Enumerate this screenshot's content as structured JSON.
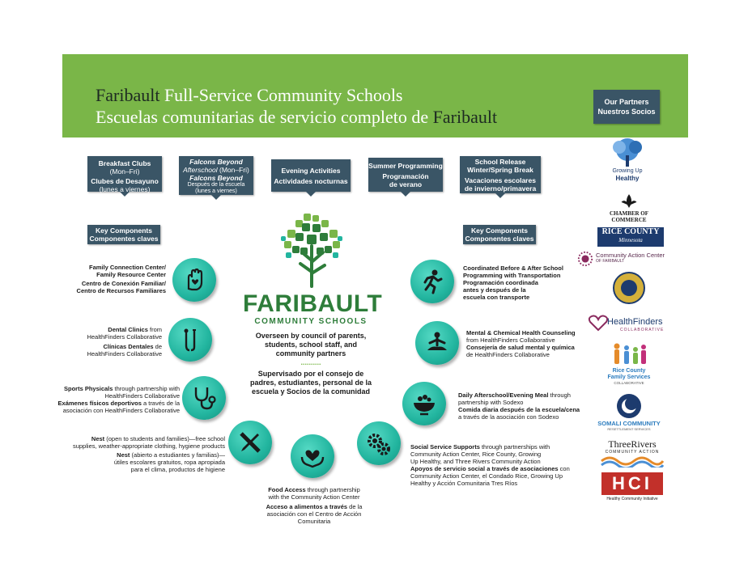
{
  "header": {
    "title_line1_a": "Faribault",
    "title_line1_b": " Full-Service Community Schools",
    "title_line2_a": "Escuelas comunitarias de servicio completo de ",
    "title_line2_b": "Faribault"
  },
  "partners": {
    "heading_en": "Our Partners",
    "heading_es": "Nuestros Socios",
    "growing_up": "Growing Up",
    "healthy": "Healthy",
    "chamber": "CHAMBER OF COMMERCE",
    "rice_county": "RICE COUNTY",
    "minnesota": "Minnesota",
    "cac": "Community Action Center",
    "cac_sub": "OF FARIBAULT",
    "healthfinders": "HealthFinders",
    "healthfinders_sub": "COLLABORATIVE",
    "rcfs1": "Rice County",
    "rcfs2": "Family Services",
    "rcfs3": "COLLABORATIVE",
    "somali": "SOMALI COMMUNITY",
    "somali_sub": "RESETTLEMENT SERVICES",
    "threerivers": "ThreeRivers",
    "threerivers_sub": "COMMUNITY ACTION",
    "hci": "HCI",
    "hci_sub": "Healthy Community Initiative"
  },
  "programs": [
    {
      "l1": "Breakfast Clubs",
      "l2": "(Mon–Fri)",
      "l3": "Clubes de Desayuno",
      "l4": "(lunes a viernes)"
    },
    {
      "l1": "Falcons Beyond",
      "l2": "Afterschool",
      "l2b": " (Mon–Fri)",
      "l3": "Falcons Beyond",
      "l4": "Después de la escuela",
      "l5": "(lunes a viernes)"
    },
    {
      "l1": "Evening Activities",
      "l2": "Actividades nocturnas"
    },
    {
      "l1": "Summer Programming",
      "l2": "Programación",
      "l3": "de verano"
    },
    {
      "l1": "School Release",
      "l2": "Winter/Spring Break",
      "l3": "Vacaciones escolares",
      "l4": "de invierno/primavera"
    }
  ],
  "key_components": {
    "en": "Key Components",
    "es": "Componentes claves"
  },
  "logo": {
    "name": "FARIBAULT",
    "sub": "COMMUNITY SCHOOLS"
  },
  "center": {
    "en": "Overseen by council of parents, students, school staff, and community partners",
    "dots": "..........",
    "es": "Supervisado por el consejo de padres, estudiantes, personal de la escuela y Socios de la comunidad"
  },
  "components": {
    "family": {
      "b1": "Family Connection Center/",
      "b2": "Family Resource Center",
      "b3": "Centro de Conexión Familiar/",
      "b4": "Centro de Recursos Familiares"
    },
    "dental": {
      "b1": "Dental Clinics",
      "t1": " from",
      "t2": "HealthFinders Collaborative",
      "b3": "Clínicas Dentales",
      "t3": " de",
      "t4": "HealthFinders Collaborative"
    },
    "sports": {
      "b1": "Sports Physicals",
      "t1": " through partnership with",
      "t2": "HealthFinders Collaborative",
      "b3": "Exámenes físicos deportivos",
      "t3": " a través de la",
      "t4": "asociación con HealthFinders Collaborative"
    },
    "nest": {
      "b1": "Nest",
      "t1": " (open to students and families)—free school",
      "t2": "supplies, weather-appropriate clothing, hygiene products",
      "b3": "Nest",
      "t3": " (abierto a estudiantes y familias)—",
      "t4": "útiles escolares gratuitos, ropa apropiada",
      "t5": "para el clima, productos de higiene"
    },
    "food": {
      "b1": "Food Access",
      "t1": " through partnership",
      "t2": "with the Community Action Center",
      "b3": "Acceso a alimentos a través",
      "t3": " de la",
      "t4": "asociación con el Centro de Acción",
      "t5": "Comunitaria"
    },
    "social": {
      "b1": "Social Service Supports",
      "t1": " through partnerships with",
      "t2": "Community Action Center, Rice County, Growing",
      "t3": "Up Healthy, and Three Rivers Community Action",
      "b4": "Apoyos de servicio social a través de asociaciones",
      "t4": " con",
      "t5": "Community Action Center, el Condado Rice, Growing Up",
      "t6": "Healthy y Acción Comunitaria Tres Ríos"
    },
    "meal": {
      "b1": "Daily Afterschool/Evening Meal",
      "t1": " through",
      "t2": "partnership with Sodexo",
      "b3": "Comida diaria después de la escuela/cena",
      "t4": "a través de la asociación con Sodexo"
    },
    "mental": {
      "b1": "Mental & Chemical Health Counseling",
      "t2": "from HealthFinders Collaborative",
      "b3": "Consejería de salud mental y química",
      "t4": "de HealthFinders Collaborative"
    },
    "coord": {
      "b1": "Coordinated Before & After School",
      "b2": "Programming with Transportation",
      "b3": "Programación coordinada",
      "b4": "antes y después de la",
      "b5": "escuela con transporte"
    }
  },
  "colors": {
    "green": "#7ab648",
    "navy": "#3a5566",
    "teal": "#22b59f",
    "logo_green": "#2e7d3a"
  },
  "icons": [
    "hand-heart-icon",
    "dental-tools-icon",
    "stethoscope-icon",
    "pencil-ruler-icon",
    "heart-hands-icon",
    "gears-icon",
    "meal-bowl-icon",
    "meditation-icon",
    "runner-icon",
    "tree-logo-icon"
  ]
}
